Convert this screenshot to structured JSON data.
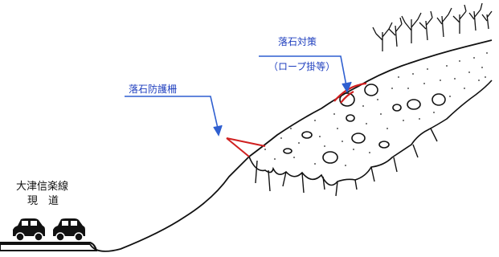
{
  "labels": {
    "road_line1": "大津信楽線",
    "road_line2": "現　道",
    "fence": "落石防護柵",
    "measure_line1": "落石対策",
    "measure_line2": "（ロープ掛等）"
  },
  "colors": {
    "label_blue": "#1f3fbf",
    "arrow_blue": "#2f5fd0",
    "structure_red": "#d02020",
    "ink": "#111111"
  },
  "icons": [
    "car-icon",
    "car-icon",
    "tree-icon"
  ]
}
